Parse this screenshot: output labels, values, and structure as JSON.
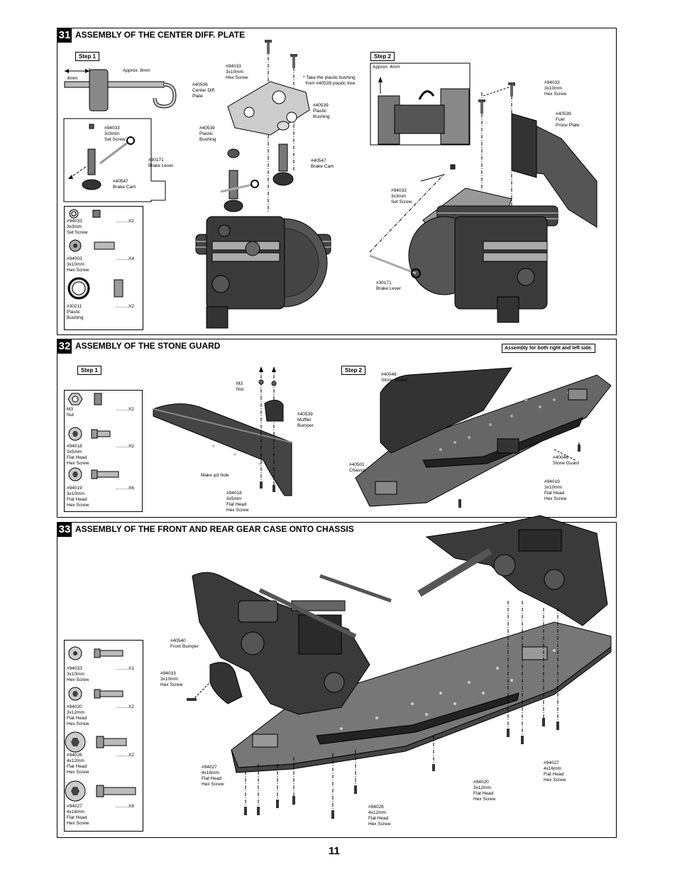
{
  "page_number": "11",
  "s31": {
    "number": "31",
    "title": "ASSEMBLY OF THE CENTER DIFF. PLATE",
    "step1": "Step 1",
    "step2": "Step 2",
    "approx8": "Approx. 8mm",
    "mm8": "8mm",
    "approx4": "Approx. 4mm",
    "note": "* Take the plastic bushing\n  from #40539 plastic tree.",
    "labels": {
      "s94033_top": "#94033\n3x10mm\nHex Screw",
      "s40506": "#40506\nCenter Diff.\nPlate",
      "s40539_a": "#40539\nPlastic\nBushing",
      "s40539_b": "#40539\nPlastic\nBushing",
      "s40547_a": "#40547\nBrake Cam",
      "s94033_set": "#94033\n3x3mm\nSet Screw",
      "s30171_a": "#30171\nBrake Lever",
      "s40547_b": "#40547\nBrake Cam",
      "s94033_r": "#94033\n3x10mm\nHex Screw",
      "s40539_fuel": "#40539\nFuel\nProov Plate",
      "s94033_set_r": "#94033\n3x3mm\nSet Screw",
      "s30171_b": "#30171\nBrake Lever"
    },
    "parts": [
      {
        "name": "#94033\n3x3mm\nSet Screw",
        "qty": "..........X2"
      },
      {
        "name": "#94003\n3x10mm\nHex Screw",
        "qty": "..........X4"
      },
      {
        "name": "#30211\nPlastic\nBushing",
        "qty": "..........X2"
      }
    ]
  },
  "s32": {
    "number": "32",
    "title": "ASSEMBLY OF THE STONE GUARD",
    "note": "Assembly for both right and left side.",
    "step1": "Step 1",
    "step2": "Step 2",
    "labels": {
      "m3nut": "M3\nNut",
      "s40539": "#40539\nMuffler\nBumper",
      "hole": "Make φ3 hole",
      "s94018": "#94018\n3x5mm\nFlat Head\nHex Screw",
      "s40046_a": "#40046\nStone Guard",
      "s40501": "#40501\nChassis",
      "s40046_b": "#40046\nStone Guard",
      "s94019": "#94019\n3x10mm\nFlat Head\nHex Screw"
    },
    "parts": [
      {
        "name": "M3\nNut",
        "qty": "..........X2"
      },
      {
        "name": "#94018\n3x5mm\nFlat Head\nHex Screw",
        "qty": "..........X2"
      },
      {
        "name": "#94019\n3x10mm\nFlat Head\nHex Screw",
        "qty": "..........X6"
      }
    ]
  },
  "s33": {
    "number": "33",
    "title": "ASSEMBLY OF THE FRONT AND REAR GEAR CASE ONTO CHASSIS",
    "labels": {
      "s40540": "#40540\nFront Bumper",
      "s94033": "#94033\n3x10mm\nHex Screw",
      "s94027_l": "#94027\n4x16mm\nFlat Head\nHex Screw",
      "s94026": "#94026\n4x12mm\nFlat Head\nHex Screw",
      "s94020": "#94020\n3x12mm\nFlat Head\nHex Screw",
      "s94027_r": "#94027\n4x16mm\nFlat Head\nHex Screw"
    },
    "parts": [
      {
        "name": "#94033\n3x10mm\nHex Screw",
        "qty": "..........X1"
      },
      {
        "name": "#94020\n3x12mm\nFlat Head\nHex Screw",
        "qty": "..........X2"
      },
      {
        "name": "#94026\n4x12mm\nFlat Head\nHex Screw",
        "qty": "..........X2"
      },
      {
        "name": "#94027\n4x16mm\nFlat Head\nHex Screw",
        "qty": "..........X8"
      }
    ]
  }
}
